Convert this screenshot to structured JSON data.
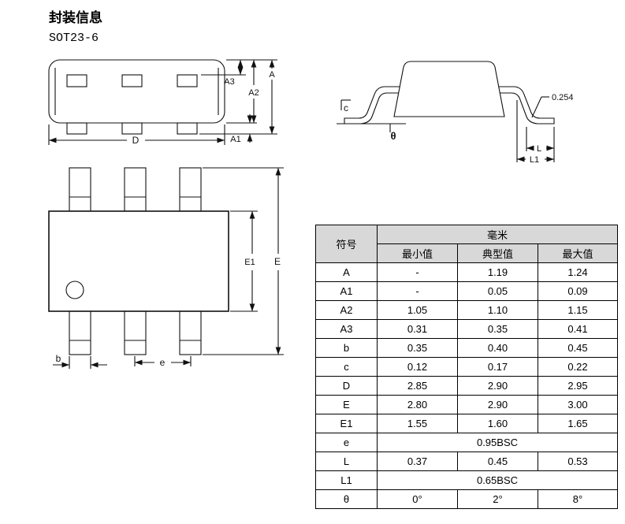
{
  "page": {
    "title": "封装信息",
    "package": "SOT23-6"
  },
  "drawings": {
    "side": {
      "D": "D",
      "A": "A",
      "A1": "A1",
      "A2": "A2",
      "A3": "A3"
    },
    "section": {
      "c": "c",
      "theta": "θ",
      "coating": "0.254",
      "L": "L",
      "L1": "L1"
    },
    "top": {
      "E": "E",
      "E1": "E1",
      "b": "b",
      "e": "e"
    }
  },
  "table": {
    "col_symbol": "符号",
    "col_unit": "毫米",
    "col_min": "最小值",
    "col_typ": "典型值",
    "col_max": "最大值",
    "rows": [
      {
        "symbol": "A",
        "min": "-",
        "typ": "1.19",
        "max": "1.24"
      },
      {
        "symbol": "A1",
        "min": "-",
        "typ": "0.05",
        "max": "0.09"
      },
      {
        "symbol": "A2",
        "min": "1.05",
        "typ": "1.10",
        "max": "1.15"
      },
      {
        "symbol": "A3",
        "min": "0.31",
        "typ": "0.35",
        "max": "0.41"
      },
      {
        "symbol": "b",
        "min": "0.35",
        "typ": "0.40",
        "max": "0.45"
      },
      {
        "symbol": "c",
        "min": "0.12",
        "typ": "0.17",
        "max": "0.22"
      },
      {
        "symbol": "D",
        "min": "2.85",
        "typ": "2.90",
        "max": "2.95"
      },
      {
        "symbol": "E",
        "min": "2.80",
        "typ": "2.90",
        "max": "3.00"
      },
      {
        "symbol": "E1",
        "min": "1.55",
        "typ": "1.60",
        "max": "1.65"
      },
      {
        "symbol": "e",
        "span": "0.95BSC"
      },
      {
        "symbol": "L",
        "min": "0.37",
        "typ": "0.45",
        "max": "0.53"
      },
      {
        "symbol": "L1",
        "span": "0.65BSC"
      },
      {
        "symbol": "θ",
        "min": "0°",
        "typ": "2°",
        "max": "8°"
      }
    ]
  }
}
